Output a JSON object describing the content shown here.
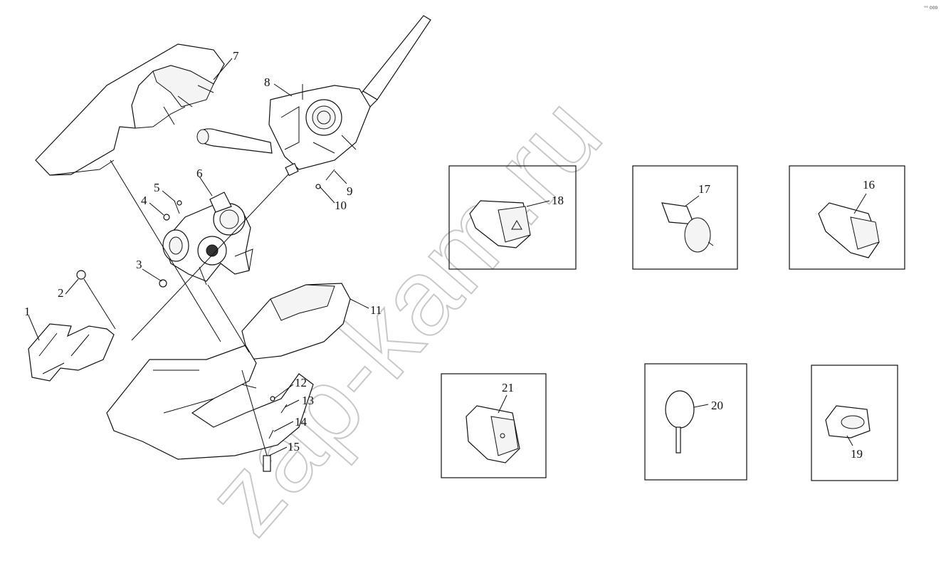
{
  "watermark": "zap-kam.ru",
  "corner_mark": "°° 000",
  "callouts": [
    "1",
    "2",
    "3",
    "4",
    "5",
    "6",
    "7",
    "8",
    "9",
    "10",
    "11",
    "12",
    "13",
    "14",
    "15",
    "16",
    "17",
    "18",
    "19",
    "20",
    "21"
  ]
}
